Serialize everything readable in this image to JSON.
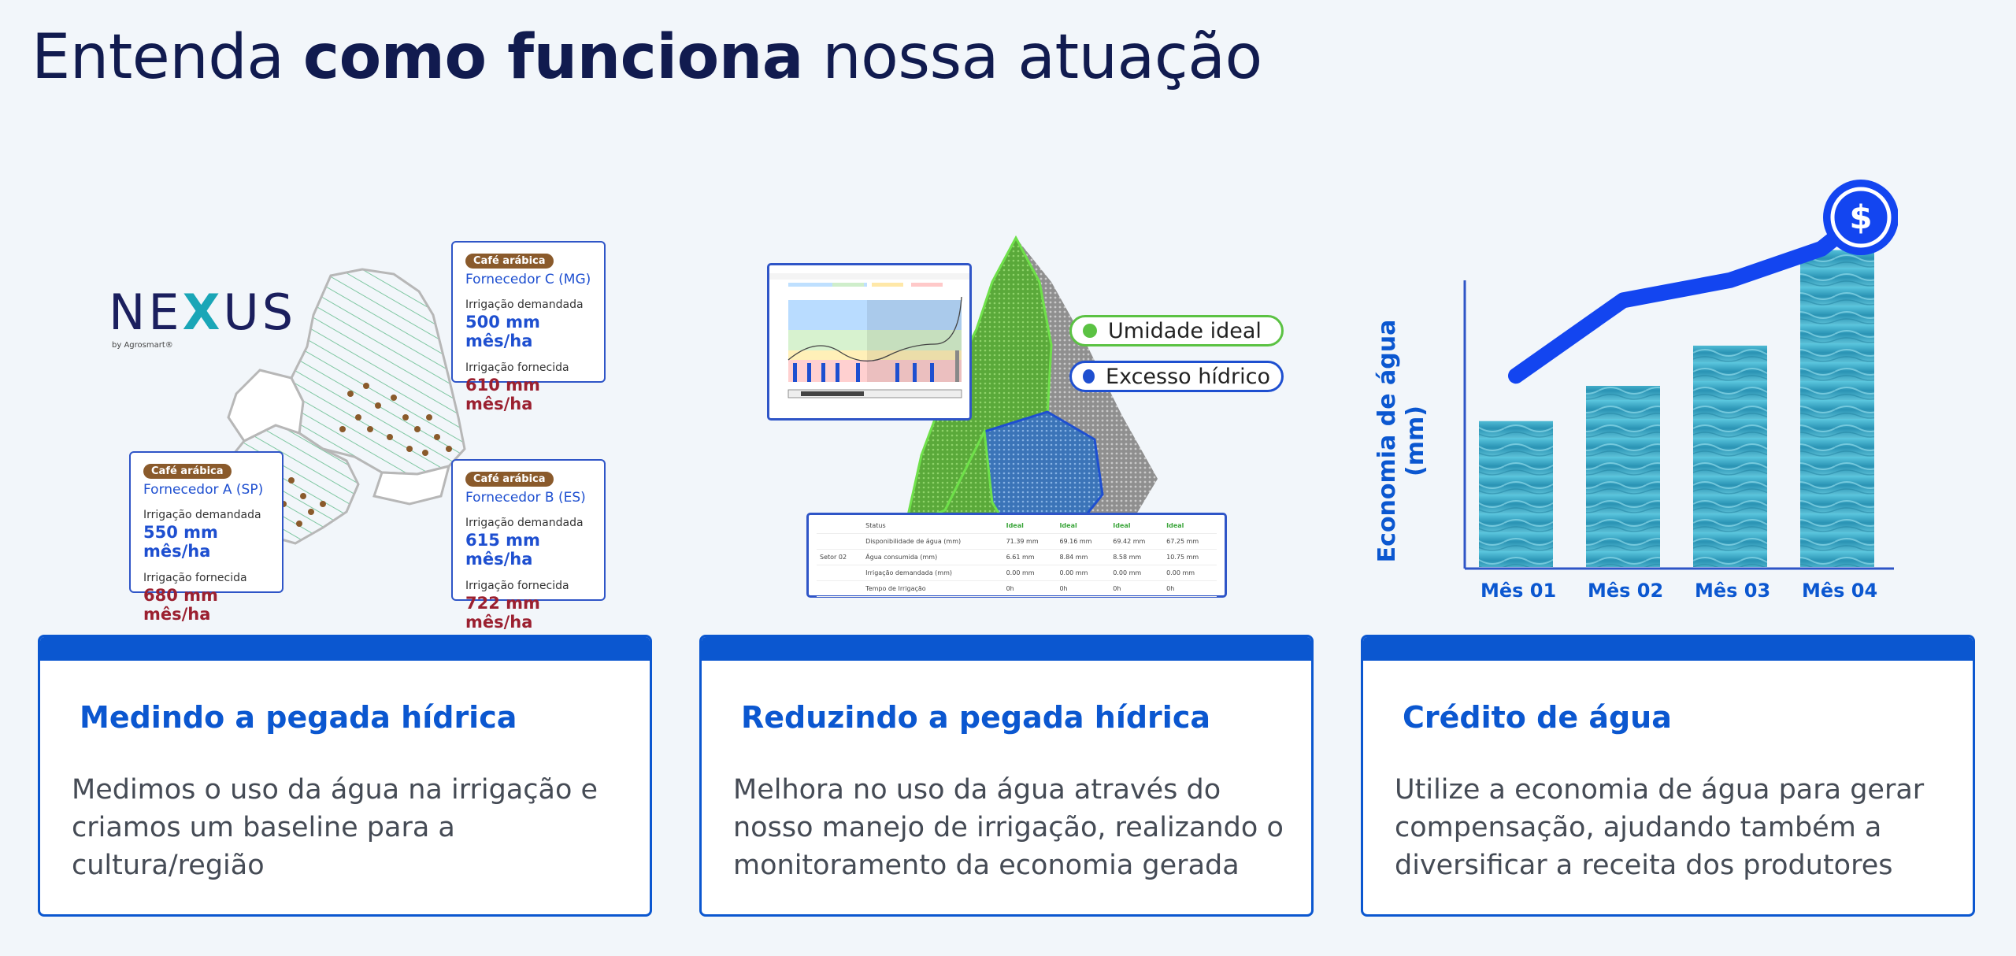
{
  "title": {
    "part1": "Entenda ",
    "bold": "como funciona",
    "part2": " nossa atuação"
  },
  "logo": {
    "text_before": "NE",
    "text_mark": "X",
    "text_after": "US",
    "subtitle": "by Agrosmart®"
  },
  "suppliers": [
    {
      "badge": "Café arábica",
      "name": "Fornecedor C (MG)",
      "demand_label": "Irrigação demandada",
      "demand_value": "500 mm mês/ha",
      "supplied_label": "Irrigação fornecida",
      "supplied_value": "610 mm mês/ha"
    },
    {
      "badge": "Café arábica",
      "name": "Fornecedor A (SP)",
      "demand_label": "Irrigação demandada",
      "demand_value": "550 mm mês/ha",
      "supplied_label": "Irrigação fornecida",
      "supplied_value": "680 mm mês/ha"
    },
    {
      "badge": "Café arábica",
      "name": "Fornecedor B (ES)",
      "demand_label": "Irrigação demandada",
      "demand_value": "615 mm mês/ha",
      "supplied_label": "Irrigação fornecida",
      "supplied_value": "722 mm mês/ha"
    }
  ],
  "legend": {
    "ideal": "Umidade ideal",
    "excess": "Excesso hídrico",
    "ideal_color": "#5bc243",
    "excess_color": "#1e4fd0"
  },
  "table": {
    "sector": "Setor 02",
    "rows": [
      {
        "label": "Status",
        "values": [
          "Ideal",
          "Ideal",
          "Ideal",
          "Ideal"
        ]
      },
      {
        "label": "Disponibilidade de água (mm)",
        "values": [
          "71.39 mm",
          "69.16 mm",
          "69.42 mm",
          "67.25 mm"
        ]
      },
      {
        "label": "Água consumida (mm)",
        "values": [
          "6.61 mm",
          "8.84 mm",
          "8.58 mm",
          "10.75 mm"
        ]
      },
      {
        "label": "Irrigação demandada (mm)",
        "values": [
          "0.00 mm",
          "0.00 mm",
          "0.00 mm",
          "0.00 mm"
        ]
      },
      {
        "label": "Tempo de Irrigação",
        "values": [
          "0h",
          "0h",
          "0h",
          "0h"
        ]
      }
    ]
  },
  "chart_data": {
    "type": "bar",
    "ylabel": "Economia de água\n(mm)",
    "categories": [
      "Mês 01",
      "Mês 02",
      "Mês 03",
      "Mês 04"
    ],
    "values": [
      145,
      180,
      220,
      315
    ],
    "line_values": [
      190,
      265,
      285,
      430
    ],
    "ylim": [
      0,
      360
    ],
    "grid": false,
    "bar_color": "#3fb4cf",
    "line_color": "#1345f0",
    "marker_icon": "dollar-icon"
  },
  "cards": [
    {
      "title": "Medindo a pegada hídrica",
      "text": "Medimos o uso da água na irrigação e criamos um baseline para a cultura/região"
    },
    {
      "title": "Reduzindo a pegada hídrica",
      "text": "Melhora no uso da água através do nosso manejo de irrigação, realizando o monitoramento da economia gerada"
    },
    {
      "title": "Crédito de água",
      "text": "Utilize a economia de água para gerar compensação, ajudando também a diversificar a receita dos produtores"
    }
  ],
  "colors": {
    "accent": "#0b57d0",
    "title": "#111b4f"
  }
}
